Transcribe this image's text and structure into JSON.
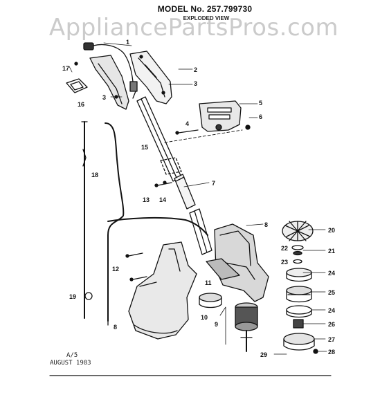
{
  "header": {
    "title": "MODEL No. 257.799730",
    "subtitle": "EXPLODED VIEW"
  },
  "watermark": "AppliancePartsPros.com",
  "footer": {
    "code": "A/5",
    "date": "AUGUST 1983"
  },
  "callouts": {
    "c1": "1",
    "c2": "2",
    "c3a": "3",
    "c3b": "3",
    "c4": "4",
    "c5": "5",
    "c6": "6",
    "c7": "7",
    "c8a": "8",
    "c8b": "8",
    "c9": "9",
    "c10": "10",
    "c11": "11",
    "c12": "12",
    "c13": "13",
    "c14": "14",
    "c15": "15",
    "c16": "16",
    "c17": "17",
    "c18": "18",
    "c19": "19",
    "c20": "20",
    "c21": "21",
    "c22": "22",
    "c23": "23",
    "c24a": "24",
    "c24b": "24",
    "c25": "25",
    "c26": "26",
    "c27": "27",
    "c28": "28",
    "c29": "29"
  }
}
